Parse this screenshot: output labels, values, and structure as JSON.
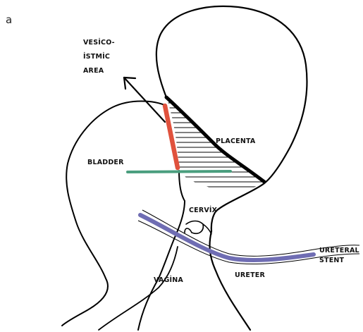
{
  "panel_label": "a",
  "labels": {
    "vesico_istmic": [
      "VESİCO-",
      "İSTMİC",
      "AREA"
    ],
    "placenta": "PLACENTA",
    "bladder": "BLADDER",
    "cervix": "CERVİX",
    "ureteral_stent": [
      "URETERAL",
      "STENT"
    ],
    "ureter": "URETER",
    "vagina": "VAGİNA"
  },
  "colors": {
    "outline": "#000000",
    "placenta_border": "#000000",
    "vesico_istmic_line": "#e0523d",
    "transverse_line": "#4a9e7e",
    "ureteral_stent": "#6f6db3",
    "hatching": "#000000"
  }
}
